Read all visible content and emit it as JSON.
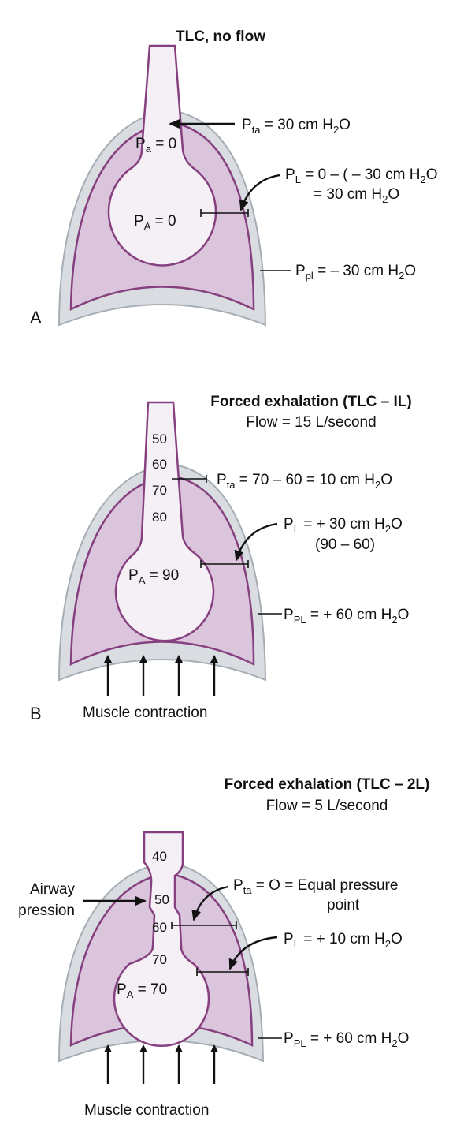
{
  "colors": {
    "lung_fill": "#dac5dc",
    "lung_outline": "#86407f",
    "chest_wall": "#d9dde1",
    "airway_fill": "#f5eff6"
  },
  "panel_a": {
    "letter": "A",
    "title": "TLC, no flow",
    "pta": {
      "p": "P",
      "sub": "ta",
      "rest": " = 30 cm H",
      "sub2": "2",
      "end": "O"
    },
    "pa": {
      "p": "P",
      "sub": "a",
      "rest": " = 0"
    },
    "pl_line1": {
      "p": "P",
      "sub": "L",
      "rest": " = 0 – ( – 30 cm H",
      "sub2": "2",
      "end": "O"
    },
    "pl_line2": {
      "rest": "= 30 cm H",
      "sub2": "2",
      "end": "O"
    },
    "palv": {
      "p": "P",
      "sub": "A",
      "rest": " = 0"
    },
    "ppl": {
      "p": "P",
      "sub": "pl",
      "rest": " = – 30 cm H",
      "sub2": "2",
      "end": "O"
    }
  },
  "panel_b": {
    "letter": "B",
    "title": "Forced exhalation (TLC – IL)",
    "flow": "Flow = 15 L/second",
    "airway_values": [
      "50",
      "60",
      "70",
      "80"
    ],
    "pta": {
      "p": "P",
      "sub": "ta",
      "rest": " = 70 – 60 = 10 cm H",
      "sub2": "2",
      "end": "O"
    },
    "pl_line1": {
      "p": "P",
      "sub": "L",
      "rest": " = + 30 cm H",
      "sub2": "2",
      "end": "O"
    },
    "pl_line2": "(90 – 60)",
    "palv": {
      "p": "P",
      "sub": "A",
      "rest": " = 90"
    },
    "ppl": {
      "p": "P",
      "sub": "PL",
      "rest": " = + 60 cm H",
      "sub2": "2",
      "end": "O"
    },
    "muscle": "Muscle contraction"
  },
  "panel_c": {
    "title": "Forced exhalation (TLC – 2L)",
    "flow": "Flow = 5 L/second",
    "airway_values": [
      "40",
      "50",
      "60",
      "70"
    ],
    "compression_line1": "Airway",
    "compression_line2": "pression",
    "pta_line1": {
      "p": "P",
      "sub": "ta",
      "rest": " = O = Equal pressure"
    },
    "pta_line2": "point",
    "pl": {
      "p": "P",
      "sub": "L",
      "rest": " = + 10 cm H",
      "sub2": "2",
      "end": "O"
    },
    "palv": {
      "p": "P",
      "sub": "A",
      "rest": " = 70"
    },
    "ppl": {
      "p": "P",
      "sub": "PL",
      "rest": " = + 60 cm H",
      "sub2": "2",
      "end": "O"
    },
    "muscle": "Muscle contraction"
  }
}
